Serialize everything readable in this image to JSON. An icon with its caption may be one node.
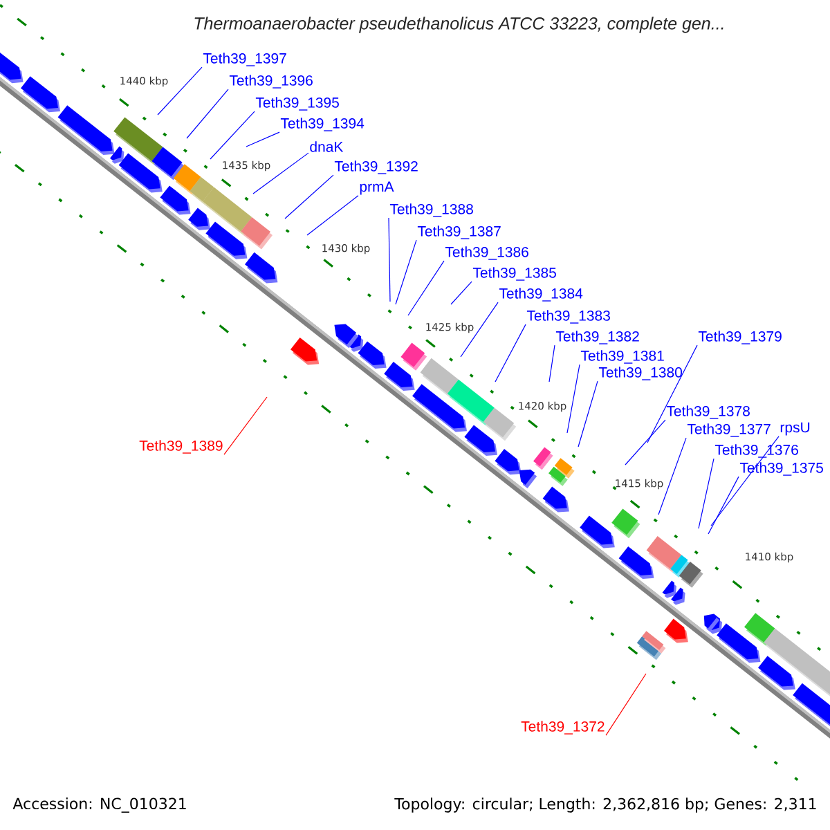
{
  "diagram": {
    "title": "Thermoanaerobacter pseudethanolicus ATCC 33223, complete gen...",
    "nodes": [
      {
        "text": [
          "Teth39_1397"
        ]
      },
      {
        "text": [
          "Teth39_1396"
        ]
      },
      {
        "text": [
          "Teth39_1395"
        ]
      },
      {
        "text": [
          "Teth39_1394"
        ]
      },
      {
        "text": [
          "dnaK"
        ]
      },
      {
        "text": [
          "Teth39_1392"
        ]
      },
      {
        "text": [
          "prmA"
        ]
      },
      {
        "text": [
          "Teth39_1389"
        ]
      },
      {
        "text": [
          "Teth39_1388"
        ]
      },
      {
        "text": [
          "Teth39_1387"
        ]
      },
      {
        "text": [
          "Teth39_1386"
        ]
      },
      {
        "text": [
          "Teth39_1385"
        ]
      },
      {
        "text": [
          "Teth39_1384"
        ]
      },
      {
        "text": [
          "Teth39_1383"
        ]
      },
      {
        "text": [
          "Teth39_1382"
        ]
      },
      {
        "text": [
          "Teth39_1381"
        ]
      },
      {
        "text": [
          "Teth39_1380"
        ]
      },
      {
        "text": [
          "Teth39_1379"
        ]
      },
      {
        "text": [
          "Teth39_1378"
        ]
      },
      {
        "text": [
          "Teth39_1377"
        ]
      },
      {
        "text": [
          "rpsU"
        ]
      },
      {
        "text": [
          "Teth39_1376"
        ]
      },
      {
        "text": [
          "Teth39_1375"
        ]
      },
      {
        "text": [
          "Teth39_1372"
        ]
      }
    ],
    "edges": [
      {
        "from": 0,
        "to": null,
        "arrow": "none"
      },
      {
        "from": 1,
        "to": null,
        "arrow": "none"
      },
      {
        "from": 2,
        "to": null,
        "arrow": "none"
      },
      {
        "from": 3,
        "to": null,
        "arrow": "none"
      },
      {
        "from": 4,
        "to": null,
        "arrow": "none"
      },
      {
        "from": 5,
        "to": null,
        "arrow": "none"
      },
      {
        "from": 6,
        "to": null,
        "arrow": "none"
      },
      {
        "from": 7,
        "to": null,
        "arrow": "none",
        "color": "#ff0000"
      },
      {
        "from": 8,
        "to": null,
        "arrow": "none"
      },
      {
        "from": 9,
        "to": null,
        "arrow": "none"
      },
      {
        "from": 10,
        "to": null,
        "arrow": "none"
      },
      {
        "from": 11,
        "to": null,
        "arrow": "none"
      },
      {
        "from": 12,
        "to": null,
        "arrow": "none"
      },
      {
        "from": 13,
        "to": null,
        "arrow": "none"
      },
      {
        "from": 14,
        "to": null,
        "arrow": "none"
      },
      {
        "from": 15,
        "to": null,
        "arrow": "none"
      },
      {
        "from": 16,
        "to": null,
        "arrow": "none"
      },
      {
        "from": 17,
        "to": null,
        "arrow": "none"
      },
      {
        "from": 18,
        "to": null,
        "arrow": "none"
      },
      {
        "from": 19,
        "to": null,
        "arrow": "none"
      },
      {
        "from": 20,
        "to": null,
        "arrow": "none"
      },
      {
        "from": 21,
        "to": null,
        "arrow": "none"
      },
      {
        "from": 22,
        "to": null,
        "arrow": "none"
      },
      {
        "from": 23,
        "to": null,
        "arrow": "none",
        "color": "#ff0000"
      }
    ],
    "labels": [
      "1440 kbp",
      "1435 kbp",
      "1430 kbp",
      "1425 kbp",
      "1420 kbp",
      "1415 kbp",
      "1410 kbp",
      "Accession: NC_010321",
      "Topology: circular; Length: 2,362,816 bp; Genes: 2,311"
    ]
  }
}
